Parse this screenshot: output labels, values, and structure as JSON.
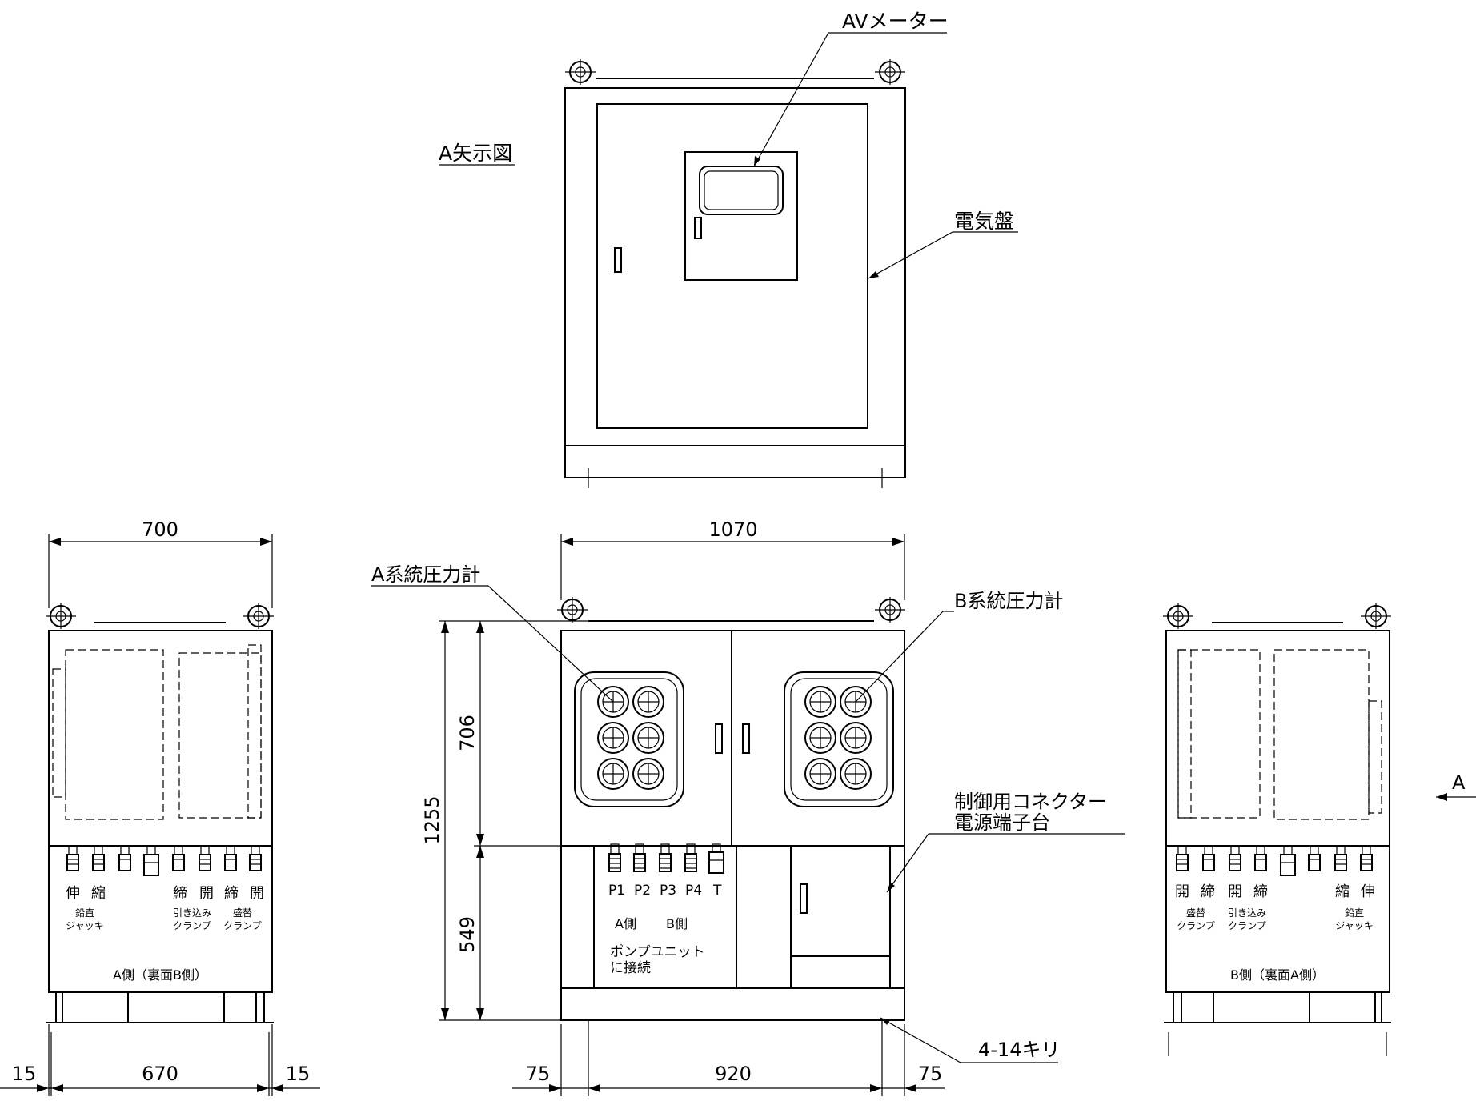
{
  "labels": {
    "view_a": "A矢示図",
    "av_meter": "AVメーター",
    "panel": "電気盤",
    "a_gauge": "A系統圧力計",
    "b_gauge": "B系統圧力計",
    "connector_1": "制御用コネクター",
    "connector_2": "電源端子台",
    "holes": "4-14キリ",
    "arrow_a": "A",
    "a_side": "A側",
    "b_side": "B側",
    "pump_1": "ポンプユニット",
    "pump_2": "に接続",
    "left_view_title": "A側（裏面B側）",
    "right_view_title": "B側（裏面A側）"
  },
  "ports": [
    "P1",
    "P2",
    "P3",
    "P4",
    "T"
  ],
  "left_view": {
    "big": [
      "伸",
      "縮",
      "締",
      "開",
      "締",
      "開"
    ],
    "small": [
      "鉛直",
      "ジャッキ",
      "引き込み",
      "クランプ",
      "盛替",
      "クランプ"
    ]
  },
  "right_view": {
    "big": [
      "開",
      "締",
      "開",
      "締",
      "縮",
      "伸"
    ],
    "small": [
      "盛替",
      "クランプ",
      "引き込み",
      "クランプ",
      "鉛直",
      "ジャッキ"
    ]
  },
  "dimensions": {
    "width_side": "700",
    "width_front": "1070",
    "height_total": "1255",
    "height_upper": "706",
    "height_lower": "549",
    "base_side": "670",
    "edge_side_left": "15",
    "edge_side_right": "15",
    "base_front": "920",
    "edge_front_left": "75",
    "edge_front_right": "75"
  }
}
